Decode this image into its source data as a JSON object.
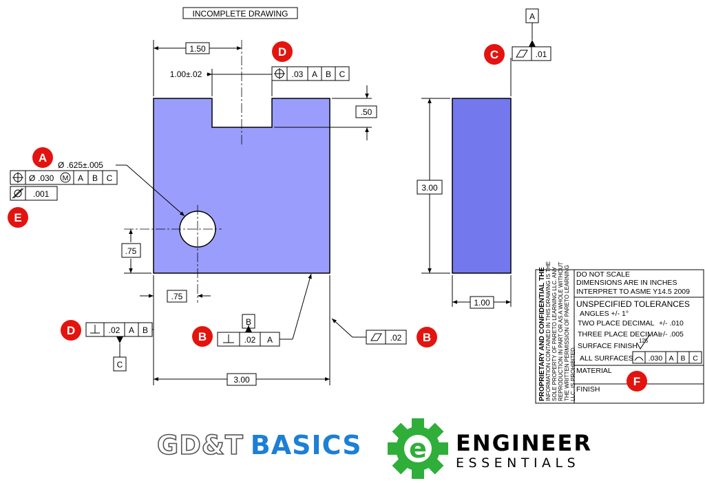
{
  "drawing": {
    "title": "INCOMPLETE DRAWING",
    "colors": {
      "part_front": "#9a9dfb",
      "part_side": "#7378ec",
      "badge": "#e3140f"
    },
    "dims": {
      "slot_offset": "1.50",
      "slot_width": "1.00±.02",
      "slot_depth": ".50",
      "height": "3.00",
      "hole_y": ".75",
      "hole_x": ".75",
      "width": "3.00",
      "thickness": "1.00",
      "hole_dia": "Ø .625±.005"
    },
    "fcf_slot": {
      "tol": ".03",
      "d1": "A",
      "d2": "B",
      "d3": "C"
    },
    "fcf_hole": {
      "dia": "Ø",
      "tol": ".030",
      "mod": "M",
      "d1": "A",
      "d2": "B",
      "d3": "C"
    },
    "fcf_hole_cyl": {
      "tol": ".001"
    },
    "fcf_left_perp": {
      "tol": ".02",
      "d1": "A",
      "d2": "B"
    },
    "fcf_bottom_perp": {
      "tol": ".02",
      "d1": "A"
    },
    "fcf_bottom_flat": {
      "tol": ".02"
    },
    "fcf_top_flat": {
      "tol": ".01"
    },
    "datums": {
      "a": "A",
      "b": "B",
      "c": "C"
    },
    "badges": {
      "a": "A",
      "b1": "B",
      "b2": "B",
      "c": "C",
      "d1": "D",
      "d2": "D",
      "e": "E",
      "f": "F"
    }
  },
  "title_block": {
    "proprietary": [
      "PROPRIETARY AND CONFIDENTIAL THE",
      "INFORMATION CONTAINED IN THIS DRAWING IS THE",
      "SOLE PROPERTY OF PARETO LEARNING LLC. ANY",
      "REPRODUCTION IN PART OR AS A WHOLE WITHOUT",
      "THE WRITTEN PERMISSION OF PARETO LEARNING",
      "LLC. IS PROHIBITED."
    ],
    "notes": [
      "DO NOT SCALE",
      "DIMENSIONS ARE IN INCHES",
      "INTERPRET TO ASME Y14.5 2009"
    ],
    "tol_heading": "UNSPECIFIED TOLERANCES",
    "angles": "ANGLES +/- 1°",
    "two_place_label": "TWO PLACE DECIMAL",
    "two_place_value": "+/- .010",
    "three_place_label": "THREE PLACE DECIMAL",
    "three_place_value": "+/- .005",
    "surface_finish": "SURFACE FINISH",
    "finish_value": "125",
    "all_surfaces": "ALL SURFACES",
    "profile_tol": ".030",
    "d1": "A",
    "d2": "B",
    "d3": "C",
    "material": "MATERIAL",
    "finish": "FINISH"
  },
  "logos": {
    "gdt_part1": "GD&T",
    "gdt_part2": "BASICS",
    "ee_line1": "ENGINEER",
    "ee_line2": "ESSENTIALS",
    "gear_letter": "e",
    "gear_color": "#2fae3a"
  }
}
